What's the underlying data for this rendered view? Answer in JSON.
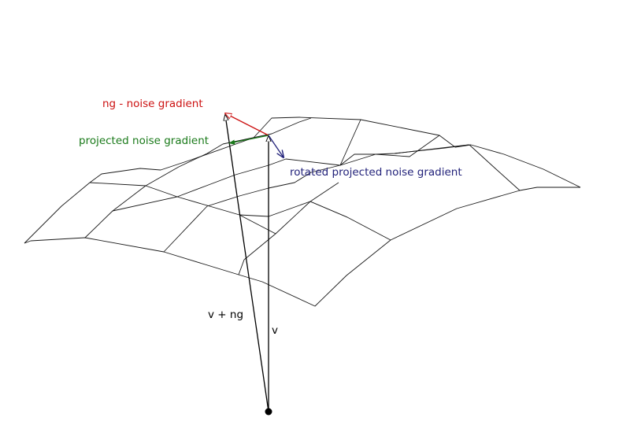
{
  "labels": {
    "noise_gradient": "ng - noise gradient",
    "projected": "projected noise gradient",
    "rotated": "rotated projected noise gradient",
    "v_plus_ng": "v + ng",
    "v": "v"
  },
  "colors": {
    "noise_gradient": "#cc1111",
    "projected": "#1a7a1a",
    "rotated": "#22227a",
    "vector": "#000000",
    "mesh": "#1a1a1a"
  }
}
